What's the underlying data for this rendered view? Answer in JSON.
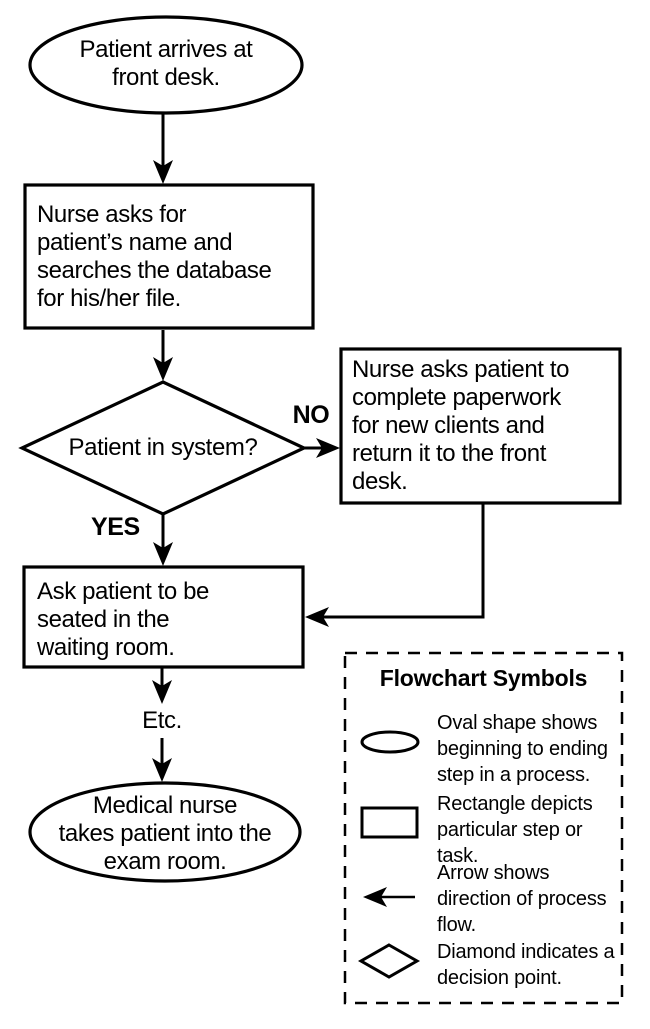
{
  "flowchart": {
    "nodes": {
      "start": "Patient arrives at\nfront desk.",
      "lookup": "Nurse asks for\npatient’s name and\nsearches the database\nfor his/her file.",
      "decision": "Patient in system?",
      "paperwork": "Nurse asks patient to\ncomplete paperwork\nfor new clients and\nreturn it to the front\ndesk.",
      "seat": "Ask patient to be\nseated in the\nwaiting room.",
      "etc": "Etc.",
      "end": "Medical nurse\ntakes patient into the\nexam room."
    },
    "branch_labels": {
      "no": "NO",
      "yes": "YES"
    }
  },
  "legend": {
    "title": "Flowchart Symbols",
    "items": [
      {
        "symbol": "oval-icon",
        "description": "Oval shape shows\nbeginning to ending\nstep in a process."
      },
      {
        "symbol": "rectangle-icon",
        "description": "Rectangle depicts\nparticular step or\ntask."
      },
      {
        "symbol": "arrow-icon",
        "description": "Arrow shows\ndirection of process\nflow."
      },
      {
        "symbol": "diamond-icon",
        "description": "Diamond indicates a\ndecision point."
      }
    ]
  },
  "colors": {
    "stroke": "#000000",
    "background": "#ffffff"
  }
}
